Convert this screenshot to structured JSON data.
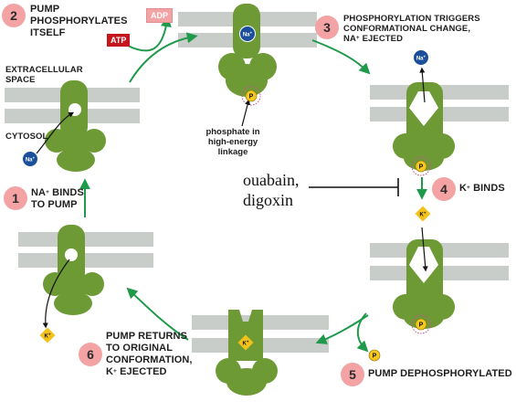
{
  "steps": [
    {
      "number": "1",
      "text": "Na+ BINDS\nTO PUMP"
    },
    {
      "number": "2",
      "text": "PUMP\nPHOSPHORYLATES\nITSELF"
    },
    {
      "number": "3",
      "text": "PHOSPHORYLATION TRIGGERS\nCONFORMATIONAL CHANGE,\nNa+ EJECTED"
    },
    {
      "number": "4",
      "text": "K+ BINDS"
    },
    {
      "number": "5",
      "text": "PUMP DEPHOSPHORYLATED"
    },
    {
      "number": "6",
      "text": "PUMP RETURNS\nTO ORIGINAL\nCONFORMATION,\nK+ EJECTED"
    }
  ],
  "labels": {
    "extracellular": "EXTRACELLULAR\nSPACE",
    "cytosol": "CYTOSOL",
    "phosphate_note": "phosphate in\nhigh-energy\nlinkage",
    "inhibitors": "ouabain,\ndigoxin",
    "adp": "ADP",
    "atp": "ATP",
    "na_ion": "Na+",
    "k_ion": "K+",
    "phosphate": "P"
  },
  "colors": {
    "protein": "#6e9a35",
    "protein_dark": "#4f7425",
    "membrane": "#c9cdca",
    "arrow": "#1e9a4a",
    "badge": "#f4a3a4",
    "atp": "#c4161c",
    "sodium": "#1b4f9c",
    "potassium": "#f2c21b",
    "phosphate": "#f4c81e",
    "glow": "#c4509c"
  }
}
